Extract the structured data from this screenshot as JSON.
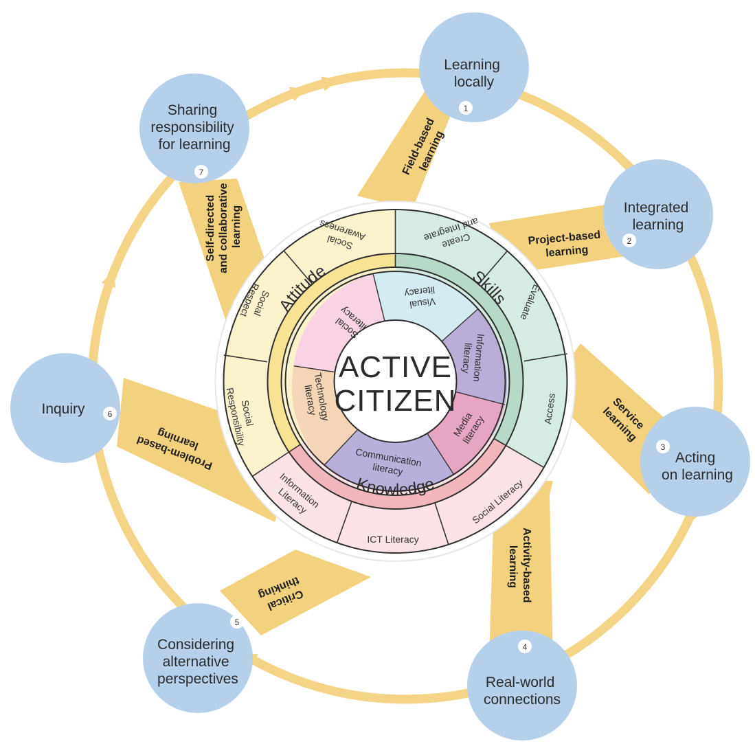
{
  "center": {
    "line1": "ACTIVE",
    "line2": "CITIZEN"
  },
  "rings": {
    "attitude": "Attitude",
    "skills": "Skills",
    "knowledge": "Knowledge"
  },
  "inner_segments": {
    "social_literacy": [
      "Social",
      "literacy"
    ],
    "visual_literacy": [
      "Visual",
      "literacy"
    ],
    "information_literacy": [
      "Information",
      "literacy"
    ],
    "media_literacy": [
      "Media",
      "literacy"
    ],
    "communication_literacy": [
      "Communication",
      "literacy"
    ],
    "technology_literacy": [
      "Technology",
      "literacy"
    ]
  },
  "outer_segments": {
    "social_awareness": [
      "Social",
      "Awareness"
    ],
    "create_integrate": [
      "Create",
      "and Integrate"
    ],
    "evaluate": [
      "Evaluate"
    ],
    "access": [
      "Access"
    ],
    "social_literacy": [
      "Social Literacy"
    ],
    "ict_literacy": [
      "ICT Literacy"
    ],
    "information_literacy": [
      "Information",
      "Literacy"
    ],
    "social_responsibility": [
      "Social",
      "Responsibility"
    ],
    "social_respect": [
      "Social",
      "Respect"
    ]
  },
  "nodes": [
    {
      "num": "1",
      "lines": [
        "Learning",
        "locally"
      ]
    },
    {
      "num": "2",
      "lines": [
        "Integrated",
        "learning"
      ]
    },
    {
      "num": "3",
      "lines": [
        "Acting",
        "on learning"
      ]
    },
    {
      "num": "4",
      "lines": [
        "Real-world",
        "connections"
      ]
    },
    {
      "num": "5",
      "lines": [
        "Considering",
        "alternative",
        "perspectives"
      ]
    },
    {
      "num": "6",
      "lines": [
        "Inquiry"
      ]
    },
    {
      "num": "7",
      "lines": [
        "Sharing",
        "responsibility",
        "for learning"
      ]
    }
  ],
  "bands": [
    [
      "Field-based",
      "learning"
    ],
    [
      "Project-based",
      "learning"
    ],
    [
      "Service",
      "learning"
    ],
    [
      "Activity-based",
      "learning"
    ],
    [
      "Critical",
      "thinking"
    ],
    [
      "Problem-based",
      "learning"
    ],
    [
      "Self-directed",
      "and collaborative",
      "learning"
    ]
  ],
  "colors": {
    "cycle": "#f4d487",
    "band": "#f2d27f",
    "node": "#b7d0ea",
    "attitude_outer": "#fbf3cc",
    "attitude_ring": "#f6e394",
    "skills_outer": "#d6ece3",
    "skills_ring": "#b9d9c8",
    "knowledge_outer": "#fce4e6",
    "knowledge_ring": "#f3b6bd",
    "social_literacy": "#f7d3e3",
    "visual_literacy": "#d5ebf2",
    "information_literacy": "#bbaed6",
    "media_literacy": "#e6a5c3",
    "communication_literacy": "#b9b0d9",
    "technology_literacy": "#f3d6b8"
  }
}
